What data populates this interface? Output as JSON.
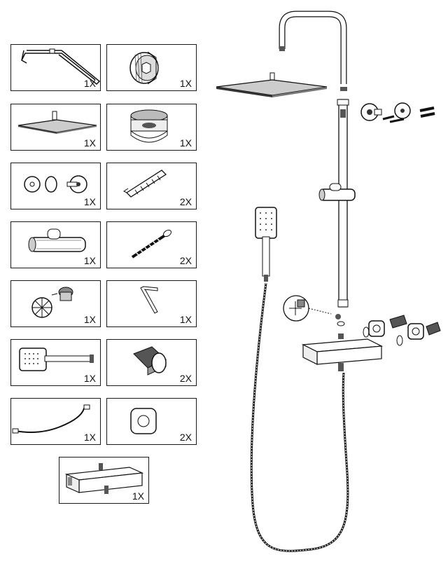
{
  "parts": [
    {
      "id": "shower-arm",
      "qty": "1X"
    },
    {
      "id": "threaded-insert",
      "qty": "1X"
    },
    {
      "id": "rain-shower-head",
      "qty": "1X"
    },
    {
      "id": "threaded-adapter",
      "qty": "1X"
    },
    {
      "id": "wall-bracket-set",
      "qty": "1X"
    },
    {
      "id": "wall-plug",
      "qty": "2X"
    },
    {
      "id": "slider-holder",
      "qty": "1X"
    },
    {
      "id": "screw",
      "qty": "2X"
    },
    {
      "id": "filter-set",
      "qty": "1X"
    },
    {
      "id": "allen-key",
      "qty": "1X"
    },
    {
      "id": "hand-shower",
      "qty": "1X"
    },
    {
      "id": "eccentric-connector",
      "qty": "2X"
    },
    {
      "id": "shower-hose",
      "qty": "1X"
    },
    {
      "id": "cover-rosette",
      "qty": "2X"
    },
    {
      "id": "thermostatic-mixer",
      "qty": "1X"
    }
  ]
}
